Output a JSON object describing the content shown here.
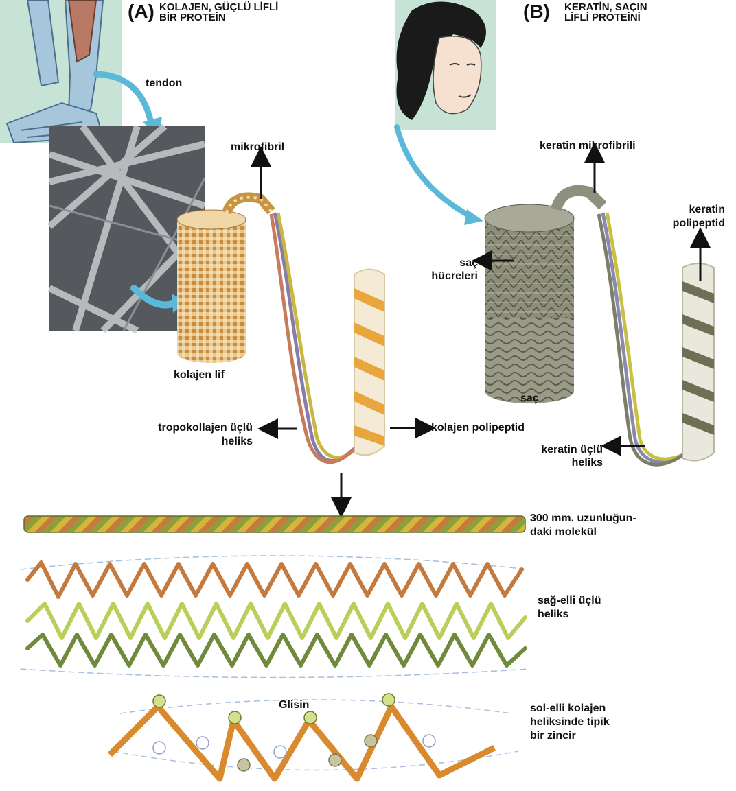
{
  "panel_a": {
    "letter": "(A)",
    "title_line1": "KOLAJEN, GÜÇLÜ LİFLİ",
    "title_line2": "BİR PROTEİN",
    "tendon": "tendon",
    "microfibril": "mikrofibril",
    "collagen_fiber": "kolajen lif",
    "tropocollagen_line1": "tropokollajen üçlü",
    "tropocollagen_line2": "heliks",
    "collagen_polypeptide": "kolajen polipeptid"
  },
  "panel_b": {
    "letter": "(B)",
    "title_line1": "KERATİN, SAÇIN",
    "title_line2": "LİFLİ PROTEİNİ",
    "keratin_microfibril": "keratin mikrofibrili",
    "keratin_polypeptide_line1": "keratin",
    "keratin_polypeptide_line2": "polipeptid",
    "hair_cells_line1": "saç",
    "hair_cells_line2": "hücreleri",
    "hair": "saç",
    "keratin_triple_helix_line1": "keratin üçlü",
    "keratin_triple_helix_line2": "heliks"
  },
  "bottom": {
    "molecule_line1": "300 mm. uzunluğun-",
    "molecule_line2": "daki molekül",
    "right_helix_line1": "sağ-elli üçlü",
    "right_helix_line2": "heliks",
    "glycine": "Glisin",
    "left_chain_line1": "sol-elli kolajen",
    "left_chain_line2": "heliksinde tipik",
    "left_chain_line3": "bir zincir"
  },
  "colors": {
    "accent_blue": "#5cb8d8",
    "collagen_orange": "#e8a63c",
    "green": "#7a8f3a",
    "keratin_gray": "#7d7e6a"
  }
}
